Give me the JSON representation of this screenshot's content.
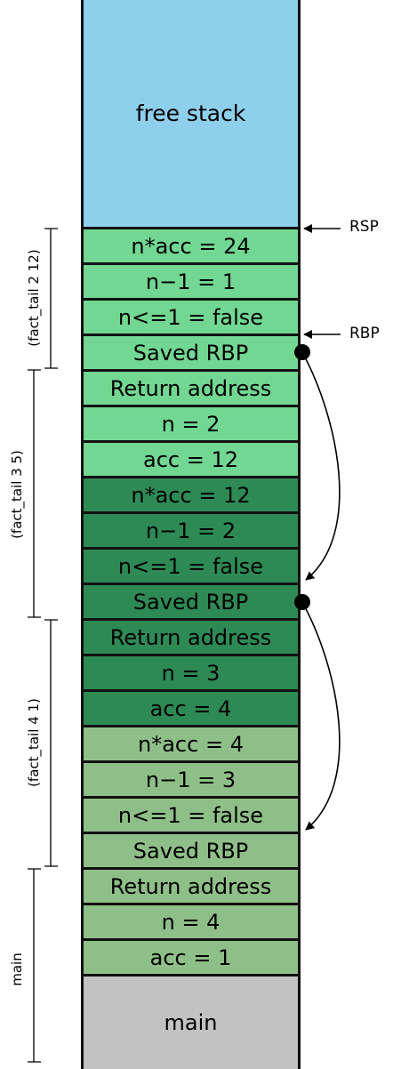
{
  "free_stack_label": "free stack",
  "main_label": "main",
  "pointers": {
    "rsp": "RSP",
    "rbp": "RBP"
  },
  "frames": [
    {
      "label": "(fact_tail 2 12)"
    },
    {
      "label": "(fact_tail 3 5)"
    },
    {
      "label": "(fact_tail 4 1)"
    },
    {
      "label": "main"
    }
  ],
  "cells": [
    "n*acc = 24",
    "n−1 = 1",
    "n<=1 = false",
    "Saved RBP",
    "Return address",
    "n = 2",
    "acc = 12",
    "n*acc = 12",
    "n−1 = 2",
    "n<=1 = false",
    "Saved RBP",
    "Return address",
    "n = 3",
    "acc = 4",
    "n*acc = 4",
    "n−1 = 3",
    "n<=1 = false",
    "Saved RBP",
    "Return address",
    "n = 4",
    "acc = 1"
  ],
  "colors": {
    "free_stack": "#8ecfec",
    "frame_light": "#72d792",
    "frame_dark": "#2e8a55",
    "frame_pale": "#8fbf88",
    "main": "#c2c2c2"
  }
}
